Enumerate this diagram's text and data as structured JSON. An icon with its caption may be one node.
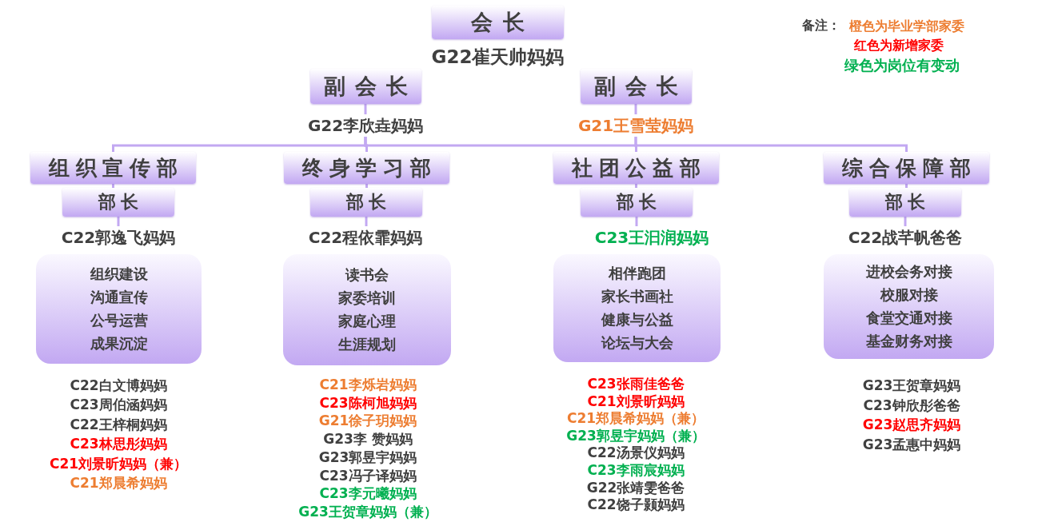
{
  "diagram": {
    "nodes": [
      {
        "text": [
          "会长"
        ],
        "beside": [
          "G22崔天帅妈妈"
        ]
      },
      {
        "text": [
          "副会长"
        ]
      },
      {
        "text": [
          "G22李欣垚妈妈"
        ]
      },
      {
        "text": [
          "副会长"
        ]
      },
      {
        "text": [
          "G21王雪莹妈妈"
        ]
      },
      {
        "text": [
          "组织宣传部"
        ]
      },
      {
        "text": [
          "部长"
        ]
      },
      {
        "text": [
          "C22郭逸飞妈妈"
        ]
      },
      {
        "text": [
          "组织建设",
          "沟通宣传",
          "公号运营",
          "成果沉淀"
        ],
        "beside": [
          "C22白文博妈妈",
          "C23周伯涵妈妈",
          "C22王梓桐妈妈",
          "C23林思彤妈妈",
          "C21刘景昕妈妈（兼）",
          "C21郑晨希妈妈"
        ]
      },
      {
        "text": [
          "终身学习部"
        ]
      },
      {
        "text": [
          "部长"
        ]
      },
      {
        "text": [
          "C22程依霏妈妈"
        ]
      },
      {
        "text": [
          "读书会",
          "家委培训",
          "家庭心理",
          "生涯规划"
        ],
        "beside": [
          "C21李烁岩妈妈",
          "C23陈柯旭妈妈",
          "G21徐子玥妈妈",
          "G23李 赞妈妈",
          "G23郭昱宇妈妈",
          "C23冯子译妈妈",
          "C23李元曦妈妈",
          "G23王贺章妈妈（兼）"
        ]
      },
      {
        "text": [
          "社团公益部"
        ]
      },
      {
        "text": [
          "部长"
        ]
      },
      {
        "text": [
          "C23王汩润妈妈"
        ]
      },
      {
        "text": [
          "相伴跑团",
          "家长书画社",
          "健康与公益",
          "论坛与大会"
        ],
        "beside": [
          "C23张雨佳爸爸",
          "C21刘景昕妈妈",
          "C21郑晨希妈妈（兼）",
          "G23郭昱宇妈妈（兼）",
          "C22汤景仪妈妈",
          "C23李雨宸妈妈",
          "G22张靖雯爸爸",
          "C22饶子颢妈妈"
        ]
      },
      {
        "text": [
          "综合保障部"
        ]
      },
      {
        "text": [
          "部长"
        ]
      },
      {
        "text": [
          "C22战芊帆爸爸"
        ]
      },
      {
        "text": [
          "进校会务对接",
          "校服对接",
          "食堂交通对接",
          "基金财务对接"
        ],
        "beside": [
          "G23王贺章妈妈",
          "C23钟欣彤爸爸",
          "G23赵思齐妈妈",
          "G23孟惠中妈妈"
        ]
      }
    ],
    "edges": [
      {
        "from": 1,
        "to": 2,
        "arrow": "none"
      },
      {
        "from": 3,
        "to": 4,
        "arrow": "none"
      },
      {
        "from": 2,
        "to": 5,
        "arrow": "none"
      },
      {
        "from": 2,
        "to": 9,
        "arrow": "none"
      },
      {
        "from": 2,
        "to": 13,
        "arrow": "none"
      },
      {
        "from": 4,
        "to": 13,
        "arrow": "none"
      },
      {
        "from": 4,
        "to": 17,
        "arrow": "none"
      },
      {
        "from": 5,
        "to": 6,
        "arrow": "none"
      },
      {
        "from": 6,
        "to": 7,
        "arrow": "none"
      },
      {
        "from": 9,
        "to": 10,
        "arrow": "none"
      },
      {
        "from": 10,
        "to": 11,
        "arrow": "none"
      },
      {
        "from": 13,
        "to": 14,
        "arrow": "none"
      },
      {
        "from": 14,
        "to": 15,
        "arrow": "none"
      },
      {
        "from": 17,
        "to": 18,
        "arrow": "none"
      },
      {
        "from": 18,
        "to": 19,
        "arrow": "none"
      }
    ],
    "labels": [
      "备注："
    ],
    "legend": [
      {
        "text": "橙色为毕业学部家委",
        "color": "#ed7d31"
      },
      {
        "text": "红色为新增家委",
        "color": "#ff0000"
      },
      {
        "text": "绿色为岗位有变动",
        "color": "#00b050"
      }
    ]
  }
}
